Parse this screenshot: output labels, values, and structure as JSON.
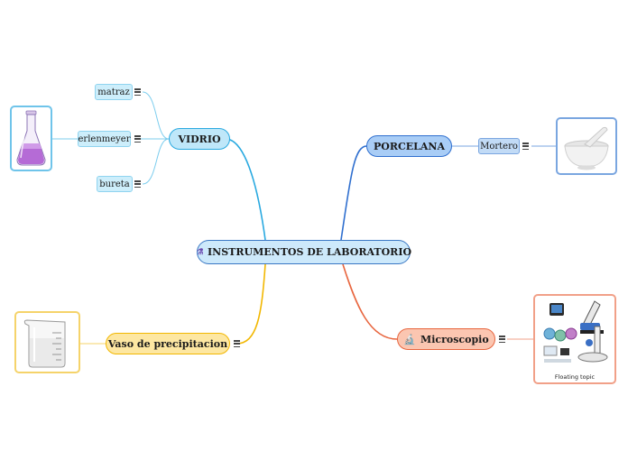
{
  "central": {
    "label": "INSTRUMENTOS DE LABORATORIO"
  },
  "branches": {
    "vidrio": {
      "label": "VIDRIO",
      "children": [
        {
          "label": "matraz"
        },
        {
          "label": "erlenmeyer"
        },
        {
          "label": "bureta"
        }
      ]
    },
    "porcelana": {
      "label": "PORCELANA",
      "children": [
        {
          "label": "Mortero"
        }
      ]
    },
    "vaso": {
      "label": "Vaso de precipitacion"
    },
    "microscopio": {
      "label": "Microscopio"
    }
  },
  "images": {
    "microscope_caption": "Floating topic"
  },
  "colors": {
    "central_fill": "#cde9fb",
    "central_border": "#3a78c4",
    "vidrio": "#29a9e0",
    "porcelana": "#2f6fcf",
    "vaso": "#f2b700",
    "microscopio": "#e8663f"
  }
}
